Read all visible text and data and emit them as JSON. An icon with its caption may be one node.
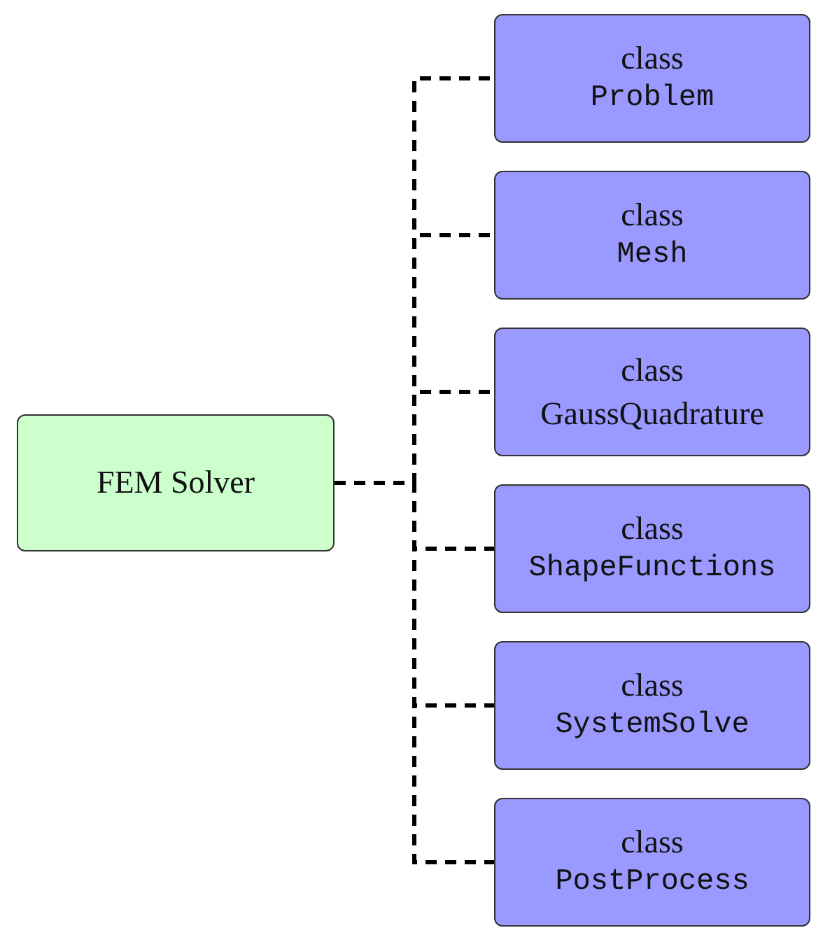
{
  "diagram": {
    "nodes": [
      {
        "text": [
          "FEM Solver"
        ]
      },
      {
        "text": [
          "class",
          "Problem"
        ]
      },
      {
        "text": [
          "class",
          "Mesh"
        ]
      },
      {
        "text": [
          "class",
          "GaussQuadrature"
        ]
      },
      {
        "text": [
          "class",
          "ShapeFunctions"
        ]
      },
      {
        "text": [
          "class",
          "SystemSolve"
        ]
      },
      {
        "text": [
          "class",
          "PostProcess"
        ]
      }
    ],
    "edges": [
      {
        "from": 0,
        "to": 1,
        "arrow": "none",
        "style": "dashed"
      },
      {
        "from": 0,
        "to": 2,
        "arrow": "none",
        "style": "dashed"
      },
      {
        "from": 0,
        "to": 3,
        "arrow": "none",
        "style": "dashed"
      },
      {
        "from": 0,
        "to": 4,
        "arrow": "none",
        "style": "dashed"
      },
      {
        "from": 0,
        "to": 5,
        "arrow": "none",
        "style": "dashed"
      },
      {
        "from": 0,
        "to": 6,
        "arrow": "none",
        "style": "dashed"
      }
    ]
  }
}
